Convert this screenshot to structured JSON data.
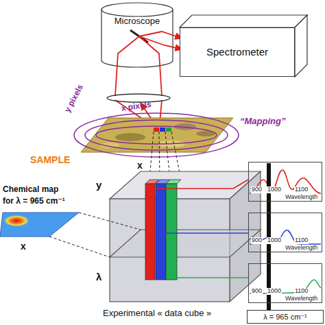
{
  "diagram": {
    "nodes": [
      {
        "text": [
          "Microscope"
        ]
      },
      {
        "text": [
          "Spectrometer"
        ]
      },
      {
        "text": [
          "900",
          "1000",
          "1100",
          "Wavelength"
        ]
      },
      {
        "text": [
          "900",
          "1000",
          "1100",
          "Wavelength"
        ]
      },
      {
        "text": [
          "900",
          "1000",
          "1100",
          "Wavelength"
        ]
      },
      {
        "text": [
          "λ = 965 cm⁻¹"
        ]
      }
    ],
    "labels": [
      "y pixels",
      "x pixels",
      "“Mapping”",
      "SAMPLE",
      "x",
      "y",
      "λ",
      "Chemical map",
      "for λ = 965 cm⁻¹",
      "x",
      "Experimental « data cube »"
    ]
  }
}
